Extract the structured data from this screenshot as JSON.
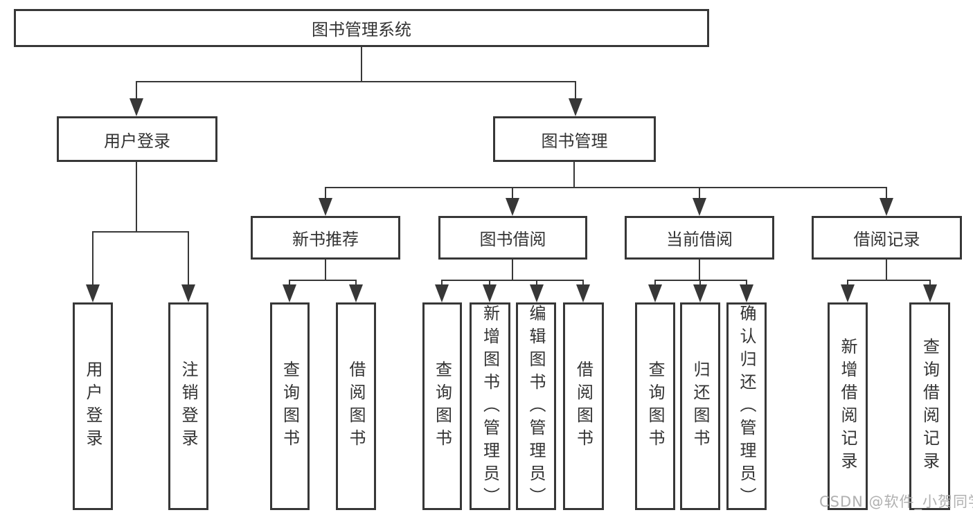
{
  "diagram_title": "图书管理系统",
  "tree": {
    "root": {
      "label": "图书管理系统"
    },
    "branches": [
      {
        "label": "用户登录",
        "children": [
          {
            "label": "用户登录"
          },
          {
            "label": "注销登录"
          }
        ]
      },
      {
        "label": "图书管理",
        "children": [
          {
            "label": "新书推荐",
            "children": [
              {
                "label": "查询图书"
              },
              {
                "label": "借阅图书"
              }
            ]
          },
          {
            "label": "图书借阅",
            "children": [
              {
                "label": "查询图书"
              },
              {
                "label": "新增图书（管理员）"
              },
              {
                "label": "编辑图书（管理员）"
              },
              {
                "label": "借阅图书"
              }
            ]
          },
          {
            "label": "当前借阅",
            "children": [
              {
                "label": "查询图书"
              },
              {
                "label": "归还图书"
              },
              {
                "label": "确认归还（管理员）"
              }
            ]
          },
          {
            "label": "借阅记录",
            "children": [
              {
                "label": "新增借阅记录"
              },
              {
                "label": "查询借阅记录"
              }
            ]
          }
        ]
      }
    ]
  },
  "watermark": {
    "text": "CSDN @软件_小贺同学"
  },
  "colors": {
    "line": "#373737",
    "text": "#333333",
    "watermark": "#b0b0b0",
    "background": "#ffffff"
  }
}
